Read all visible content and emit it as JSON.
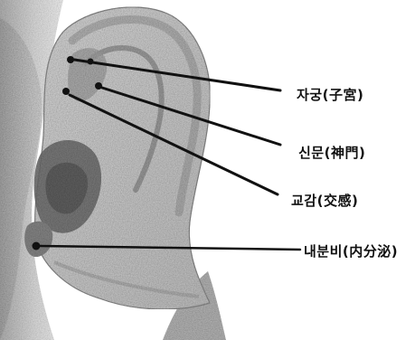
{
  "diagram": {
    "points": [
      {
        "id": "jagung",
        "label": "자궁(子宮)"
      },
      {
        "id": "sinmun",
        "label": "신문(神門)"
      },
      {
        "id": "gyogam",
        "label": "교감(交感)"
      },
      {
        "id": "naebunbi",
        "label": "내분비(内分泌)"
      }
    ],
    "colors": {
      "ink": "#111111",
      "skin_light": "#e8e8e8",
      "skin_mid": "#bdbdbd",
      "skin_dark": "#7a7a7a",
      "background": "#ffffff"
    }
  }
}
